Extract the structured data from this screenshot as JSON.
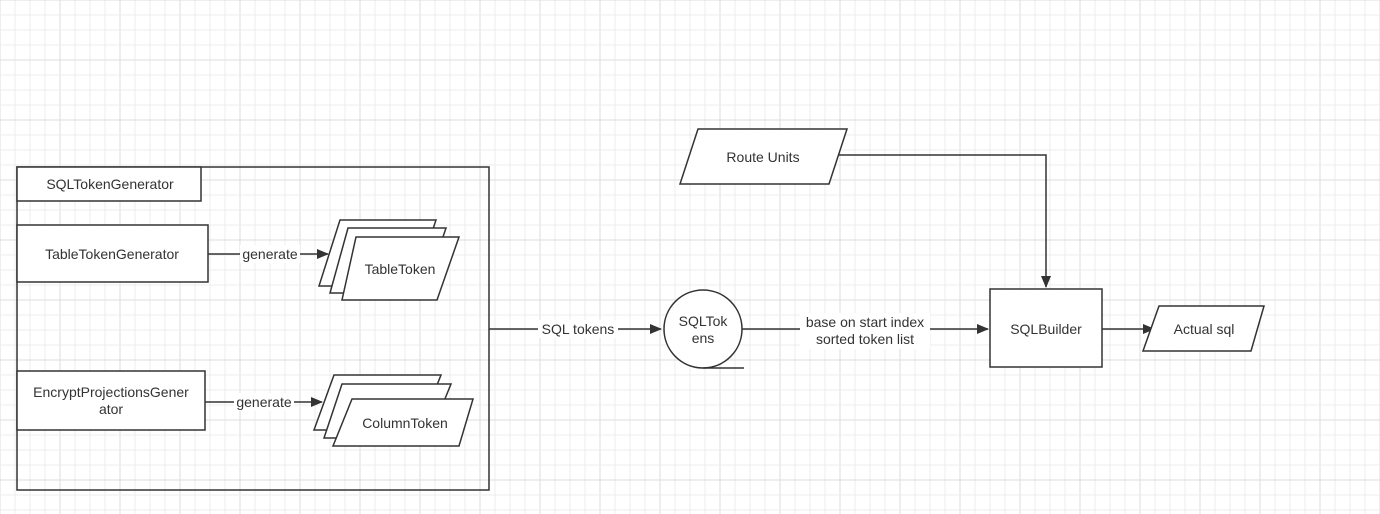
{
  "colors": {
    "stroke": "#333333",
    "grid_minor": "#ececec",
    "grid_major": "#dcdcdc",
    "background": "#ffffff",
    "text": "#333333"
  },
  "diagram": {
    "container": {
      "title": "SQLTokenGenerator"
    },
    "generators": {
      "table": "TableTokenGenerator",
      "encrypt_line1": "EncryptProjectionsGener",
      "encrypt_line2": "ator"
    },
    "tokens": {
      "table": "TableToken",
      "column": "ColumnToken"
    },
    "edges": {
      "generate_1": "generate",
      "generate_2": "generate",
      "sql_tokens": "SQL tokens",
      "sorted_line1": "base on start index",
      "sorted_line2": "sorted token list"
    },
    "store": {
      "line1": "SQLTok",
      "line2": "ens"
    },
    "route_units": "Route Units",
    "builder": "SQLBuilder",
    "output": "Actual sql"
  }
}
